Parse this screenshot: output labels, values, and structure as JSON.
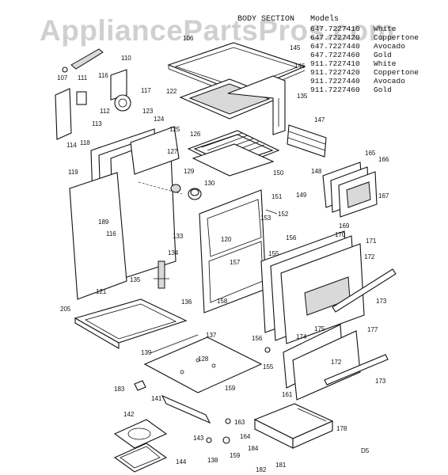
{
  "watermark": "AppliancePartsPros.com",
  "header": {
    "section": "BODY SECTION",
    "models_label": "Models"
  },
  "models": [
    {
      "number": "647.7227410",
      "color": "White"
    },
    {
      "number": "647.7227420",
      "color": "Coppertone"
    },
    {
      "number": "647.7227440",
      "color": "Avocado"
    },
    {
      "number": "647.7227460",
      "color": "Gold"
    },
    {
      "number": "911.7227410",
      "color": "White"
    },
    {
      "number": "911.7227420",
      "color": "Coppertone"
    },
    {
      "number": "911.7227440",
      "color": "Avocado"
    },
    {
      "number": "911.7227460",
      "color": "Gold"
    }
  ],
  "part_labels": [
    "106",
    "110",
    "107",
    "111",
    "116",
    "117",
    "112",
    "113",
    "123",
    "114",
    "118",
    "119",
    "124",
    "125",
    "127",
    "122",
    "126",
    "129",
    "130",
    "145",
    "146",
    "135",
    "147",
    "150",
    "165",
    "166",
    "148",
    "167",
    "149",
    "151",
    "152",
    "153",
    "120",
    "157",
    "156",
    "169",
    "170",
    "171",
    "172",
    "189",
    "116",
    "133",
    "134",
    "121",
    "135",
    "136",
    "158",
    "155",
    "173",
    "205",
    "175",
    "174",
    "177",
    "137",
    "139",
    "156",
    "155",
    "172",
    "173",
    "128",
    "159",
    "183",
    "161",
    "141",
    "163",
    "142",
    "143",
    "164",
    "178",
    "184",
    "159",
    "138",
    "181",
    "182",
    "144"
  ],
  "code": "D5"
}
